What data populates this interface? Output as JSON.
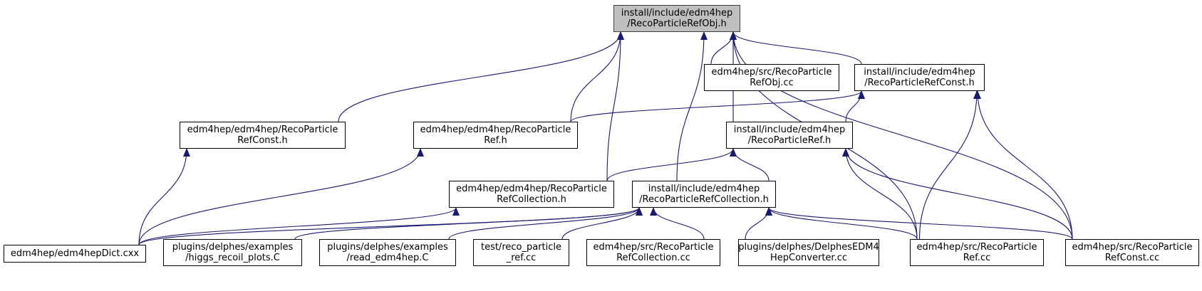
{
  "graph": {
    "nodes": [
      {
        "id": "n0",
        "lines": [
          "install/include/edm4hep",
          "/RecoParticleRefObj.h"
        ]
      },
      {
        "id": "n1",
        "lines": [
          "edm4hep/src/RecoParticle",
          "RefObj.cc"
        ]
      },
      {
        "id": "n2",
        "lines": [
          "install/include/edm4hep",
          "/RecoParticleRefConst.h"
        ]
      },
      {
        "id": "n3",
        "lines": [
          "edm4hep/edm4hep/RecoParticle",
          "RefConst.h"
        ]
      },
      {
        "id": "n4",
        "lines": [
          "edm4hep/edm4hep/RecoParticle",
          "Ref.h"
        ]
      },
      {
        "id": "n5",
        "lines": [
          "install/include/edm4hep",
          "/RecoParticleRef.h"
        ]
      },
      {
        "id": "n6",
        "lines": [
          "edm4hep/edm4hep/RecoParticle",
          "RefCollection.h"
        ]
      },
      {
        "id": "n7",
        "lines": [
          "install/include/edm4hep",
          "/RecoParticleRefCollection.h"
        ]
      },
      {
        "id": "n8",
        "lines": [
          "edm4hep/edm4hepDict.cxx"
        ]
      },
      {
        "id": "n9",
        "lines": [
          "plugins/delphes/examples",
          "/higgs_recoil_plots.C"
        ]
      },
      {
        "id": "n10",
        "lines": [
          "plugins/delphes/examples",
          "/read_edm4hep.C"
        ]
      },
      {
        "id": "n11",
        "lines": [
          "test/reco_particle",
          "_ref.cc"
        ]
      },
      {
        "id": "n12",
        "lines": [
          "edm4hep/src/RecoParticle",
          "RefCollection.cc"
        ]
      },
      {
        "id": "n13",
        "lines": [
          "plugins/delphes/DelphesEDM4",
          "HepConverter.cc"
        ]
      },
      {
        "id": "n14",
        "lines": [
          "edm4hep/src/RecoParticle",
          "Ref.cc"
        ]
      },
      {
        "id": "n15",
        "lines": [
          "edm4hep/src/RecoParticle",
          "RefConst.cc"
        ]
      }
    ],
    "edges": [
      {
        "from": "n1",
        "to": "n0"
      },
      {
        "from": "n2",
        "to": "n0"
      },
      {
        "from": "n3",
        "to": "n0"
      },
      {
        "from": "n4",
        "to": "n0"
      },
      {
        "from": "n5",
        "to": "n0"
      },
      {
        "from": "n6",
        "to": "n0"
      },
      {
        "from": "n7",
        "to": "n0"
      },
      {
        "from": "n14",
        "to": "n0"
      },
      {
        "from": "n15",
        "to": "n0"
      },
      {
        "from": "n4",
        "to": "n2"
      },
      {
        "from": "n5",
        "to": "n2"
      },
      {
        "from": "n14",
        "to": "n2"
      },
      {
        "from": "n15",
        "to": "n2"
      },
      {
        "from": "n8",
        "to": "n3"
      },
      {
        "from": "n8",
        "to": "n4"
      },
      {
        "from": "n6",
        "to": "n5"
      },
      {
        "from": "n7",
        "to": "n5"
      },
      {
        "from": "n14",
        "to": "n5"
      },
      {
        "from": "n15",
        "to": "n5"
      },
      {
        "from": "n8",
        "to": "n6"
      },
      {
        "from": "n8",
        "to": "n7"
      },
      {
        "from": "n9",
        "to": "n7"
      },
      {
        "from": "n10",
        "to": "n7"
      },
      {
        "from": "n11",
        "to": "n7"
      },
      {
        "from": "n12",
        "to": "n7"
      },
      {
        "from": "n13",
        "to": "n7"
      },
      {
        "from": "n14",
        "to": "n7"
      },
      {
        "from": "n15",
        "to": "n7"
      }
    ],
    "colors": {
      "edge": "#191970",
      "root_fill": "#bfbfbf",
      "node_fill": "#ffffff",
      "node_border": "#000000"
    }
  }
}
